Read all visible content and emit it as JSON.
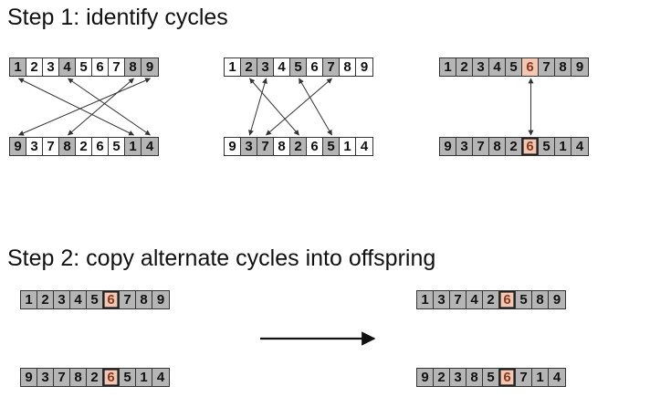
{
  "step1_title": "Step 1: identify cycles",
  "step2_title": "Step 2: copy alternate cycles into offspring",
  "colors": {
    "grey": "#b5b5b5",
    "white": "#ffffff",
    "peach": "#f2c7b3"
  },
  "rows": [
    {
      "id": "p1-a",
      "cells": [
        [
          "1",
          "grey"
        ],
        [
          "2",
          "white"
        ],
        [
          "3",
          "white"
        ],
        [
          "4",
          "grey"
        ],
        [
          "5",
          "white"
        ],
        [
          "6",
          "white"
        ],
        [
          "7",
          "white"
        ],
        [
          "8",
          "grey"
        ],
        [
          "9",
          "grey"
        ]
      ]
    },
    {
      "id": "p2-a",
      "cells": [
        [
          "9",
          "grey"
        ],
        [
          "3",
          "white"
        ],
        [
          "7",
          "white"
        ],
        [
          "8",
          "grey"
        ],
        [
          "2",
          "white"
        ],
        [
          "6",
          "white"
        ],
        [
          "5",
          "white"
        ],
        [
          "1",
          "grey"
        ],
        [
          "4",
          "grey"
        ]
      ]
    },
    {
      "id": "p1-b",
      "cells": [
        [
          "1",
          "white"
        ],
        [
          "2",
          "grey"
        ],
        [
          "3",
          "grey"
        ],
        [
          "4",
          "white"
        ],
        [
          "5",
          "grey"
        ],
        [
          "6",
          "white"
        ],
        [
          "7",
          "grey"
        ],
        [
          "8",
          "white"
        ],
        [
          "9",
          "white"
        ]
      ]
    },
    {
      "id": "p2-b",
      "cells": [
        [
          "9",
          "white"
        ],
        [
          "3",
          "grey"
        ],
        [
          "7",
          "grey"
        ],
        [
          "8",
          "white"
        ],
        [
          "2",
          "grey"
        ],
        [
          "6",
          "white"
        ],
        [
          "5",
          "grey"
        ],
        [
          "1",
          "white"
        ],
        [
          "4",
          "white"
        ]
      ]
    },
    {
      "id": "p1-c",
      "cells": [
        [
          "1",
          "grey"
        ],
        [
          "2",
          "grey"
        ],
        [
          "3",
          "grey"
        ],
        [
          "4",
          "grey"
        ],
        [
          "5",
          "grey"
        ],
        [
          "6",
          "peach"
        ],
        [
          "7",
          "grey"
        ],
        [
          "8",
          "grey"
        ],
        [
          "9",
          "grey"
        ]
      ]
    },
    {
      "id": "p2-c",
      "cells": [
        [
          "9",
          "grey"
        ],
        [
          "3",
          "grey"
        ],
        [
          "7",
          "grey"
        ],
        [
          "8",
          "grey"
        ],
        [
          "2",
          "grey"
        ],
        [
          "6",
          "peach-boxed"
        ],
        [
          "5",
          "grey"
        ],
        [
          "1",
          "grey"
        ],
        [
          "4",
          "grey"
        ]
      ]
    },
    {
      "id": "parent1",
      "cells": [
        [
          "1",
          "grey"
        ],
        [
          "2",
          "grey"
        ],
        [
          "3",
          "grey"
        ],
        [
          "4",
          "grey"
        ],
        [
          "5",
          "grey"
        ],
        [
          "6",
          "peach-boxed"
        ],
        [
          "7",
          "grey"
        ],
        [
          "8",
          "grey"
        ],
        [
          "9",
          "grey"
        ]
      ]
    },
    {
      "id": "parent2",
      "cells": [
        [
          "9",
          "grey"
        ],
        [
          "3",
          "grey"
        ],
        [
          "7",
          "grey"
        ],
        [
          "8",
          "grey"
        ],
        [
          "2",
          "grey"
        ],
        [
          "6",
          "peach-boxed"
        ],
        [
          "5",
          "grey"
        ],
        [
          "1",
          "grey"
        ],
        [
          "4",
          "grey"
        ]
      ]
    },
    {
      "id": "offspring1",
      "cells": [
        [
          "1",
          "grey"
        ],
        [
          "3",
          "grey"
        ],
        [
          "7",
          "grey"
        ],
        [
          "4",
          "grey"
        ],
        [
          "2",
          "grey"
        ],
        [
          "6",
          "peach-boxed"
        ],
        [
          "5",
          "grey"
        ],
        [
          "8",
          "grey"
        ],
        [
          "9",
          "grey"
        ]
      ]
    },
    {
      "id": "offspring2",
      "cells": [
        [
          "9",
          "grey"
        ],
        [
          "2",
          "grey"
        ],
        [
          "3",
          "grey"
        ],
        [
          "8",
          "grey"
        ],
        [
          "5",
          "grey"
        ],
        [
          "6",
          "peach-boxed"
        ],
        [
          "7",
          "grey"
        ],
        [
          "1",
          "grey"
        ],
        [
          "4",
          "grey"
        ]
      ]
    }
  ],
  "cycle_links": [
    {
      "group": "a",
      "pairs": [
        [
          0,
          7
        ],
        [
          7,
          3
        ],
        [
          3,
          8
        ],
        [
          8,
          0
        ]
      ]
    },
    {
      "group": "b",
      "pairs": [
        [
          1,
          4
        ],
        [
          4,
          6
        ],
        [
          6,
          2
        ],
        [
          2,
          1
        ]
      ]
    },
    {
      "group": "c",
      "pairs": [
        [
          5,
          5
        ]
      ]
    }
  ]
}
